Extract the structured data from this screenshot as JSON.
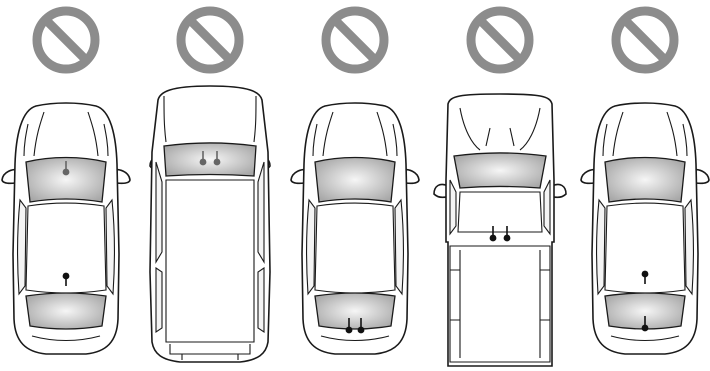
{
  "colors": {
    "prohibition": "#8c8c8c",
    "glass_center": "#f6f6f6",
    "glass_edge": "#a8a8a8",
    "outline": "#1a1a1a",
    "sensor": "#111111"
  },
  "icons": {
    "prohibition": "prohibition-icon",
    "sensor": "sensor-icon"
  },
  "vehicles": [
    {
      "type": "sedan",
      "front_sensors": 1,
      "rear_sensors": 1,
      "rear_bumper_sensors": 0
    },
    {
      "type": "minivan",
      "front_sensors": 2,
      "rear_sensors": 0,
      "rear_bumper_sensors": 0
    },
    {
      "type": "sedan",
      "front_sensors": 0,
      "rear_sensors": 0,
      "rear_bumper_sensors": 2
    },
    {
      "type": "pickup",
      "front_sensors": 0,
      "rear_sensors": 2,
      "rear_bumper_sensors": 0
    },
    {
      "type": "sedan",
      "front_sensors": 0,
      "rear_sensors": 1,
      "rear_bumper_sensors": 1
    }
  ]
}
